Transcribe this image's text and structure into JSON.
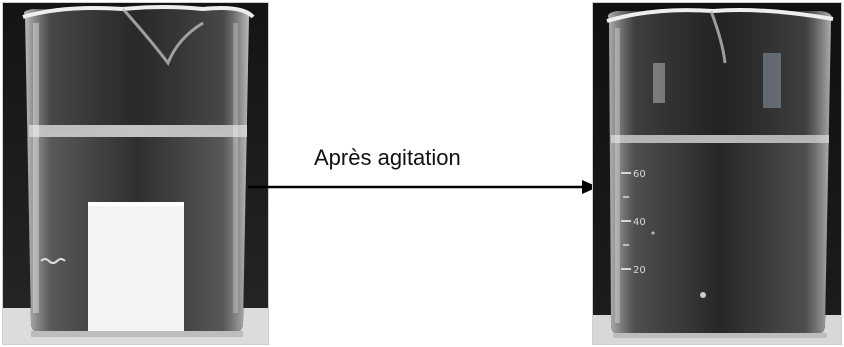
{
  "caption": "Après agitation",
  "before_photo": {
    "description_icon": "beaker-with-white-block",
    "liquid_color": "#2b2b2b",
    "glass_color": "#e9e9e9",
    "block_color": "#f4f4f4"
  },
  "after_photo": {
    "description_icon": "beaker-dissolved",
    "graduation_marks": [
      "60",
      "40",
      "20"
    ],
    "liquid_color": "#1f1f1f",
    "glass_color": "#e3e3e3"
  },
  "arrow_color": "#000000"
}
